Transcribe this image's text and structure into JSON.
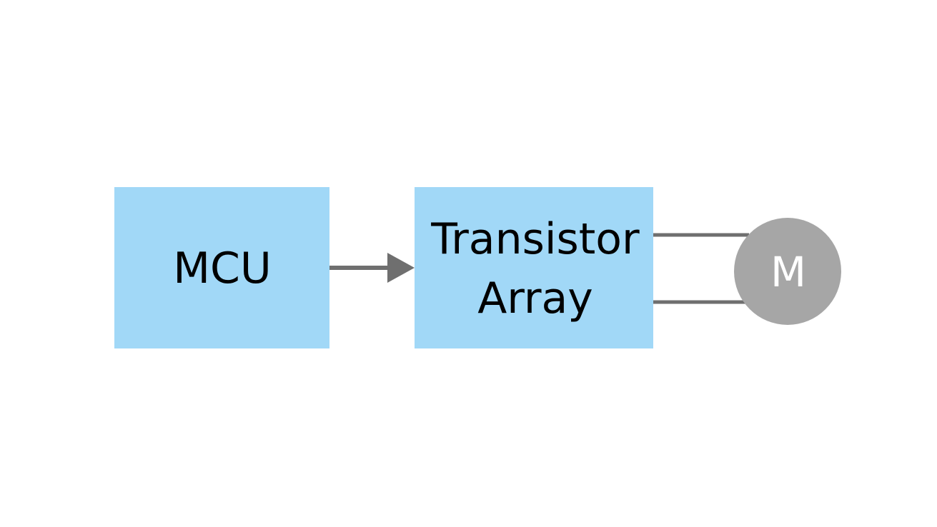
{
  "diagram": {
    "nodes": {
      "mcu": {
        "label": "MCU"
      },
      "transistor_array": {
        "label_line1": "Transistor",
        "label_line2": "Array"
      },
      "motor": {
        "label": "M"
      }
    },
    "edges": [
      {
        "from": "MCU",
        "to": "Transistor Array",
        "type": "arrow"
      },
      {
        "from": "Transistor Array",
        "to": "M",
        "type": "line"
      },
      {
        "from": "Transistor Array",
        "to": "M",
        "type": "line"
      }
    ]
  },
  "colors": {
    "box_fill": "#a1d8f7",
    "motor_fill": "#a6a6a6",
    "connector": "#6f6f6f",
    "text": "#000000",
    "motor_text": "#ffffff"
  }
}
